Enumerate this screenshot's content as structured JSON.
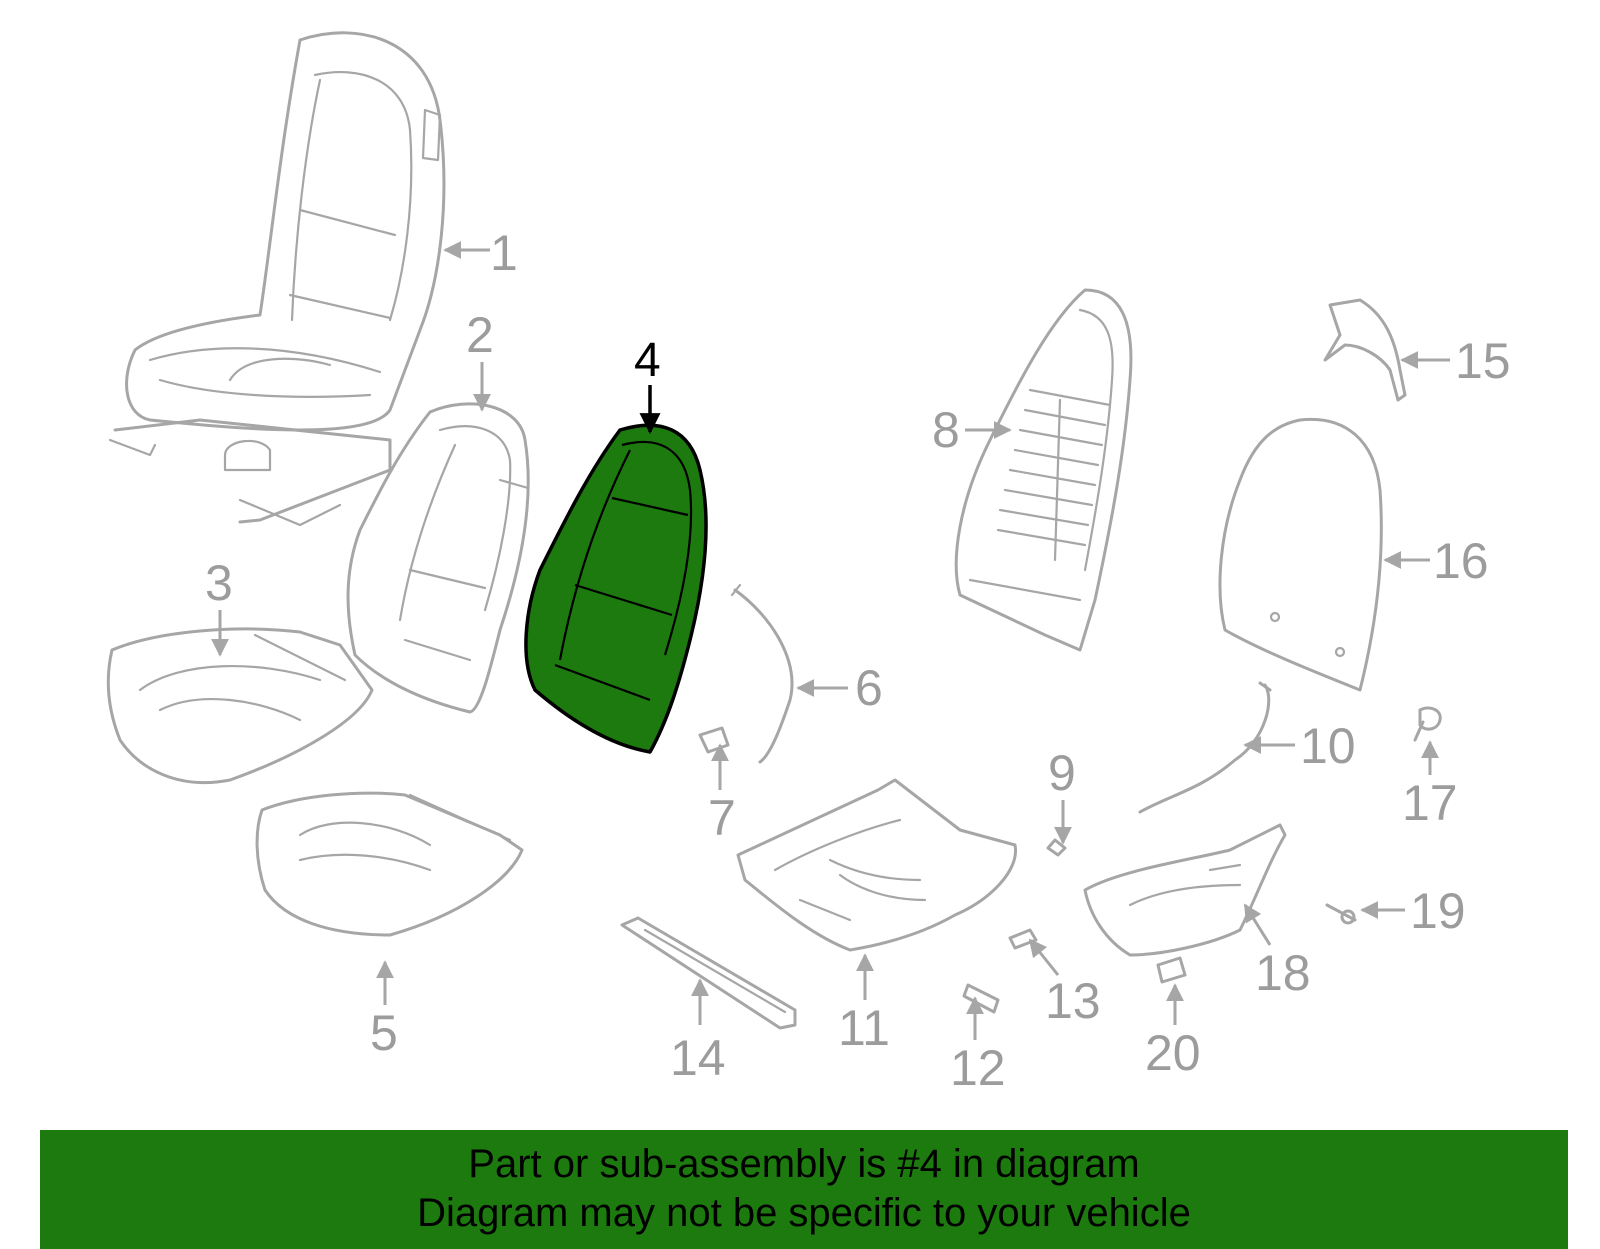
{
  "colors": {
    "highlight_fill": "#1c7a0e",
    "caption_background": "#1c7a0e",
    "line_gray": "#a6a6a6",
    "callout_gray": "#9c9c9c",
    "highlight_text": "#000000"
  },
  "highlighted_part": "4",
  "callouts": {
    "c1": "1",
    "c2": "2",
    "c3": "3",
    "c4": "4",
    "c5": "5",
    "c6": "6",
    "c7": "7",
    "c8": "8",
    "c9": "9",
    "c10": "10",
    "c11": "11",
    "c12": "12",
    "c13": "13",
    "c14": "14",
    "c15": "15",
    "c16": "16",
    "c17": "17",
    "c18": "18",
    "c19": "19",
    "c20": "20"
  },
  "caption": {
    "line1": "Part or sub-assembly is #4 in diagram",
    "line2": "Diagram may not be specific to your vehicle"
  }
}
